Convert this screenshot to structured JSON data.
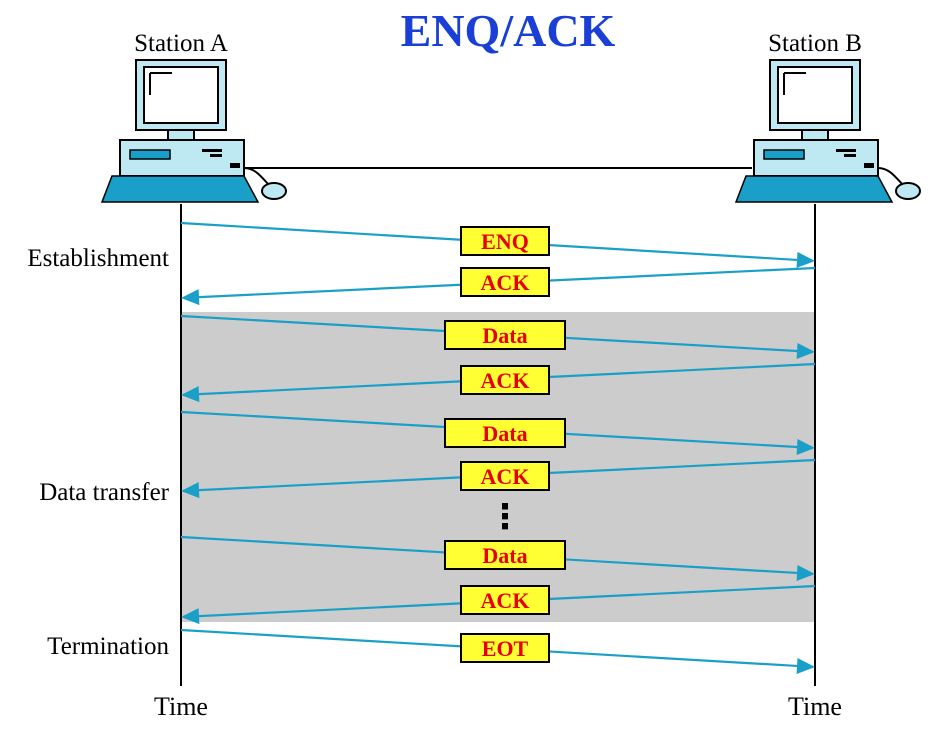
{
  "title": "ENQ/ACK",
  "stations": {
    "a_label": "Station A",
    "b_label": "Station B"
  },
  "phases": {
    "establishment": "Establishment",
    "data_transfer": "Data transfer",
    "termination": "Termination"
  },
  "time_labels": {
    "a": "Time",
    "b": "Time"
  },
  "messages": [
    {
      "label": "ENQ",
      "direction": "A-to-B"
    },
    {
      "label": "ACK",
      "direction": "B-to-A"
    },
    {
      "label": "Data",
      "direction": "A-to-B"
    },
    {
      "label": "ACK",
      "direction": "B-to-A"
    },
    {
      "label": "Data",
      "direction": "A-to-B"
    },
    {
      "label": "ACK",
      "direction": "B-to-A"
    },
    {
      "label": "Data",
      "direction": "A-to-B"
    },
    {
      "label": "ACK",
      "direction": "B-to-A"
    },
    {
      "label": "EOT",
      "direction": "A-to-B"
    }
  ],
  "ellipsis": "⋮",
  "icons": [
    "computer-icon-station-a",
    "computer-icon-station-b"
  ],
  "colors": {
    "title": "#1a3fd6",
    "arrow": "#1aa0c8",
    "box_fill": "#ffff33",
    "box_text": "#e60000",
    "data_region": "#cccccc"
  }
}
